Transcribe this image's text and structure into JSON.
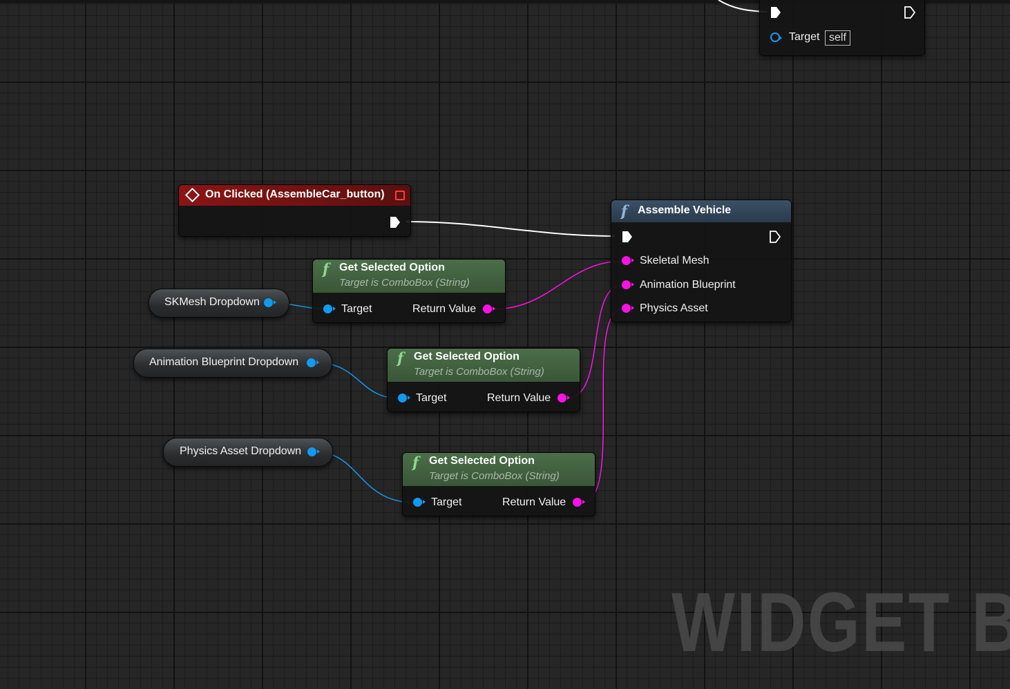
{
  "watermark": "WIDGET B",
  "colors": {
    "object_pin": "#129aef",
    "string_pin": "#ff12e6",
    "exec_wire": "#ffffff",
    "event_header": "#8b1515",
    "function_header": "#3b5066",
    "pure_function_header": "#4b6e49"
  },
  "top_node": {
    "target_label": "Target",
    "target_value": "self"
  },
  "event_node": {
    "title": "On Clicked (AssembleCar_button)",
    "icon": "event-diamond-icon",
    "delegate_icon": "delegate-square-icon"
  },
  "assemble_node": {
    "title": "Assemble Vehicle",
    "icon": "function-icon",
    "inputs": [
      "Skeletal Mesh",
      "Animation Blueprint",
      "Physics Asset"
    ]
  },
  "get_nodes": [
    {
      "title": "Get Selected Option",
      "subtitle": "Target is ComboBox (String)",
      "target_label": "Target",
      "return_label": "Return Value"
    },
    {
      "title": "Get Selected Option",
      "subtitle": "Target is ComboBox (String)",
      "target_label": "Target",
      "return_label": "Return Value"
    },
    {
      "title": "Get Selected Option",
      "subtitle": "Target is ComboBox (String)",
      "target_label": "Target",
      "return_label": "Return Value"
    }
  ],
  "variables": [
    "SKMesh Dropdown",
    "Animation Blueprint Dropdown",
    "Physics Asset Dropdown"
  ]
}
